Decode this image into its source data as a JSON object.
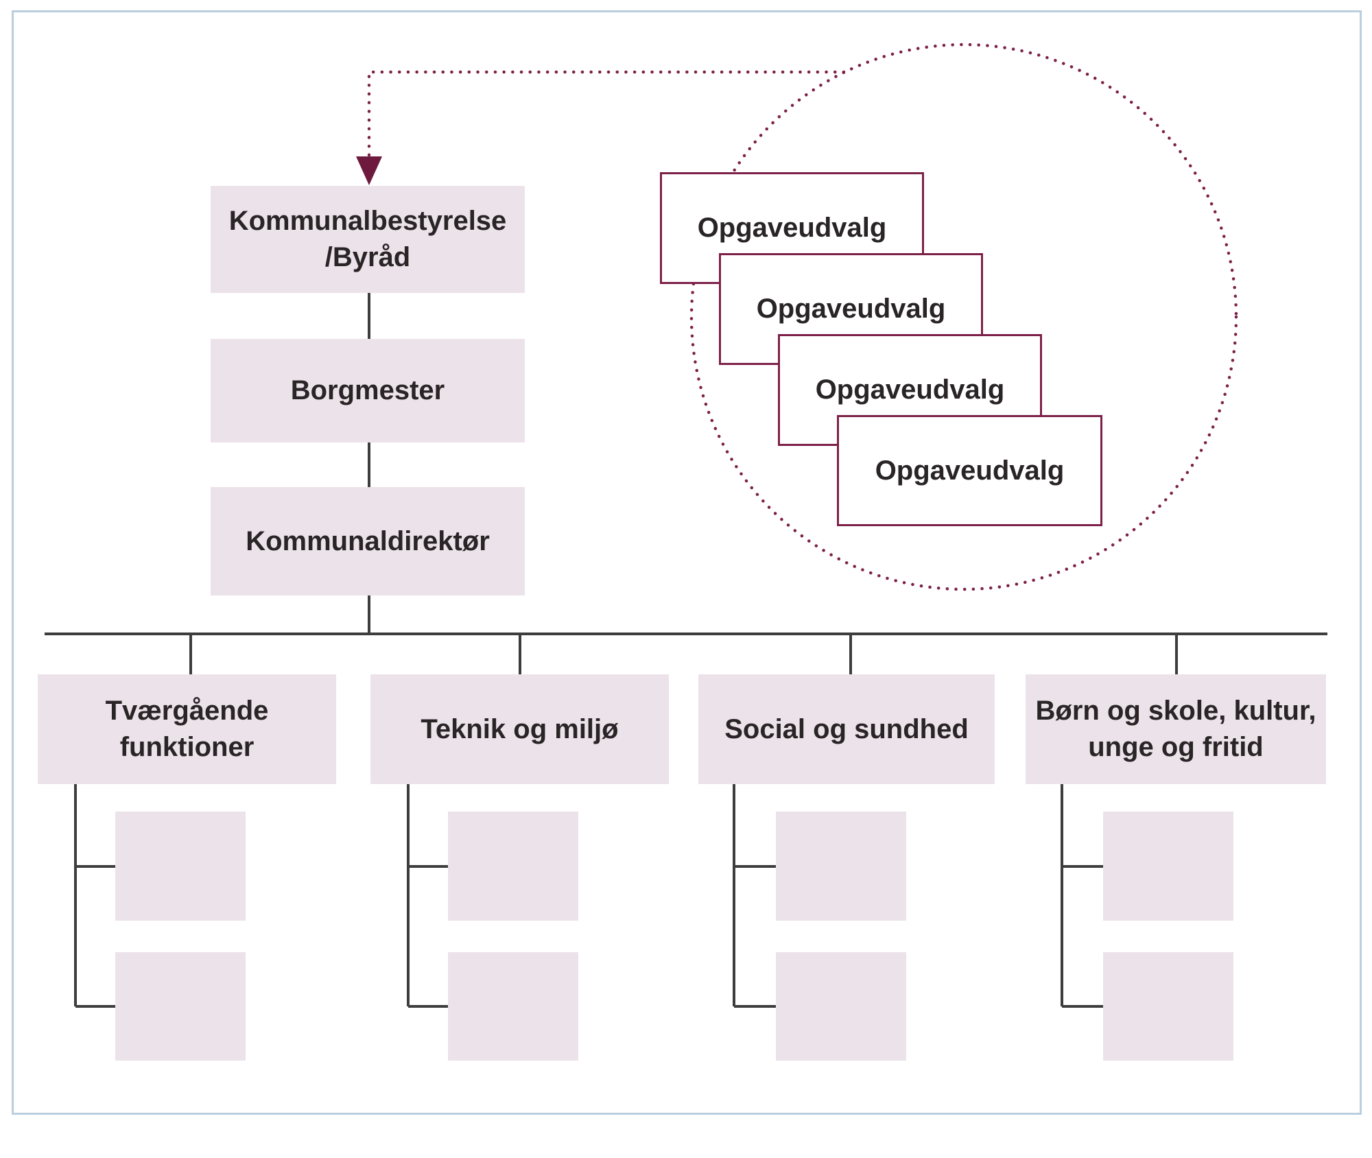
{
  "colors": {
    "box-pink": "#ece2ea",
    "maroon": "#7d2048",
    "line": "#3d3d3d",
    "frame-blue": "#b9cede",
    "text": "#292425",
    "white": "#ffffff"
  },
  "chain": [
    {
      "lines": [
        "Kommunalbestyrelse",
        "/Byråd"
      ]
    },
    {
      "lines": [
        "Borgmester"
      ]
    },
    {
      "lines": [
        "Kommunaldirektør"
      ]
    }
  ],
  "committees": {
    "label": "Opgaveudvalg",
    "count": 4
  },
  "departments": [
    {
      "lines": [
        "Tværgående",
        "funktioner"
      ]
    },
    {
      "lines": [
        "Teknik og miljø"
      ]
    },
    {
      "lines": [
        "Social og sundhed"
      ]
    },
    {
      "lines": [
        "Børn og skole, kultur,",
        "unge og fritid"
      ]
    }
  ]
}
